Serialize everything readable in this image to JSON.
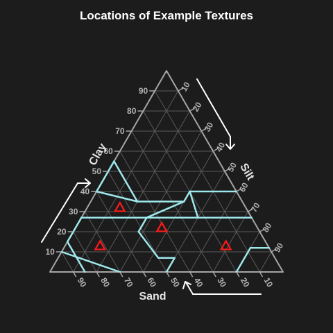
{
  "chart_data": {
    "type": "scatter",
    "title": "Locations of Example Textures",
    "axes": {
      "clay": {
        "label": "Clay",
        "ticks": [
          "10",
          "20",
          "30",
          "40",
          "50",
          "60",
          "70",
          "80",
          "90"
        ]
      },
      "silt": {
        "label": "Silt",
        "ticks": [
          "10",
          "20",
          "30",
          "40",
          "50",
          "60",
          "70",
          "80",
          "90"
        ]
      },
      "sand": {
        "label": "Sand",
        "ticks": [
          "90",
          "80",
          "70",
          "60",
          "50",
          "40",
          "30",
          "20",
          "10"
        ]
      }
    },
    "range": [
      0,
      100
    ],
    "grid": true,
    "ternary": true,
    "points": [
      {
        "clay": 32,
        "silt": 14,
        "sand": 54,
        "marker": "triangle"
      },
      {
        "clay": 13,
        "silt": 15,
        "sand": 72,
        "marker": "triangle"
      },
      {
        "clay": 22,
        "silt": 37,
        "sand": 41,
        "marker": "triangle"
      },
      {
        "clay": 13,
        "silt": 69,
        "sand": 18,
        "marker": "triangle"
      }
    ],
    "class_boundaries": [
      [
        [
          40,
          0,
          60
        ],
        [
          55,
          0,
          45
        ]
      ],
      [
        [
          40,
          0,
          60
        ],
        [
          35,
          20,
          45
        ]
      ],
      [
        [
          35,
          20,
          45
        ],
        [
          35,
          40,
          25
        ]
      ],
      [
        [
          35,
          40,
          25
        ],
        [
          40,
          40,
          20
        ]
      ],
      [
        [
          40,
          40,
          20
        ],
        [
          40,
          60,
          0
        ]
      ],
      [
        [
          55,
          0,
          45
        ],
        [
          35,
          20,
          45
        ]
      ],
      [
        [
          35,
          40,
          25
        ],
        [
          27,
          28,
          45
        ]
      ],
      [
        [
          20,
          0,
          80
        ],
        [
          27,
          0,
          73
        ]
      ],
      [
        [
          27,
          0,
          73
        ],
        [
          27,
          28,
          45
        ]
      ],
      [
        [
          27,
          28,
          45
        ],
        [
          20,
          28,
          52
        ]
      ],
      [
        [
          20,
          28,
          52
        ],
        [
          7,
          43,
          50
        ]
      ],
      [
        [
          7,
          43,
          50
        ],
        [
          7,
          50,
          43
        ]
      ],
      [
        [
          7,
          50,
          43
        ],
        [
          0,
          50,
          50
        ]
      ],
      [
        [
          20,
          0,
          80
        ],
        [
          15,
          0,
          85
        ]
      ],
      [
        [
          15,
          0,
          85
        ],
        [
          0,
          15,
          85
        ]
      ],
      [
        [
          10,
          0,
          90
        ],
        [
          0,
          30,
          70
        ]
      ],
      [
        [
          27,
          28,
          45
        ],
        [
          27,
          50,
          23
        ]
      ],
      [
        [
          27,
          50,
          23
        ],
        [
          40,
          40,
          20
        ]
      ],
      [
        [
          27,
          50,
          23
        ],
        [
          27,
          73,
          0
        ]
      ],
      [
        [
          0,
          80,
          20
        ],
        [
          12,
          80,
          8
        ]
      ],
      [
        [
          12,
          80,
          8
        ],
        [
          12,
          88,
          0
        ]
      ]
    ],
    "colors": {
      "background": "#1c1c1c",
      "grid": "#5a5a5a",
      "frame": "#a6a6a6",
      "boundaries": "#9ee8ec",
      "points": "#ff1a1a",
      "arrows": "#ffffff"
    }
  }
}
